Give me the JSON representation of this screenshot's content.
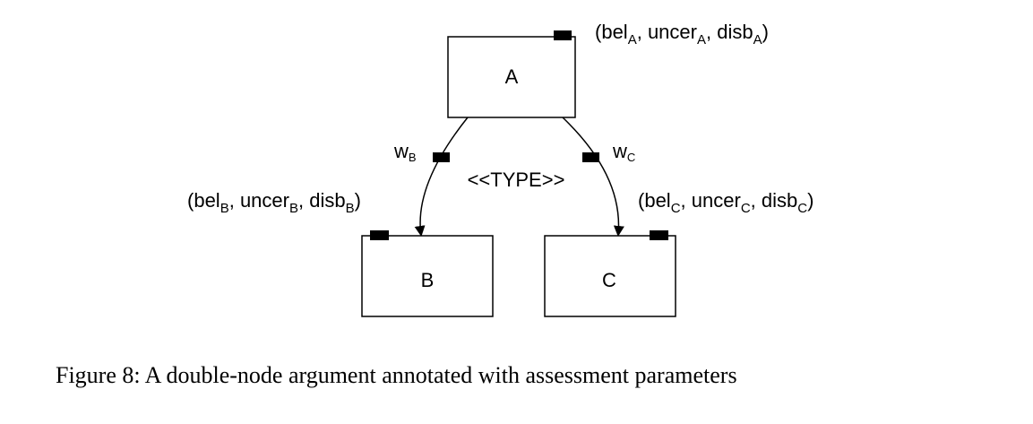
{
  "nodes": {
    "a": {
      "name": "A",
      "params": {
        "bel": "bel",
        "bel_sub": "A",
        "uncer": "uncer",
        "uncer_sub": "A",
        "disb": "disb",
        "disb_sub": "A"
      }
    },
    "b": {
      "name": "B",
      "params": {
        "bel": "bel",
        "bel_sub": "B",
        "uncer": "uncer",
        "uncer_sub": "B",
        "disb": "disb",
        "disb_sub": "B"
      }
    },
    "c": {
      "name": "C",
      "params": {
        "bel": "bel",
        "bel_sub": "C",
        "uncer": "uncer",
        "uncer_sub": "C",
        "disb": "disb",
        "disb_sub": "C"
      }
    }
  },
  "edges": {
    "ab": {
      "weight": "w",
      "weight_sub": "B"
    },
    "ac": {
      "weight": "w",
      "weight_sub": "C"
    }
  },
  "relation_type": "<<TYPE>>",
  "caption": "Figure 8: A double-node argument annotated with assessment parameters"
}
